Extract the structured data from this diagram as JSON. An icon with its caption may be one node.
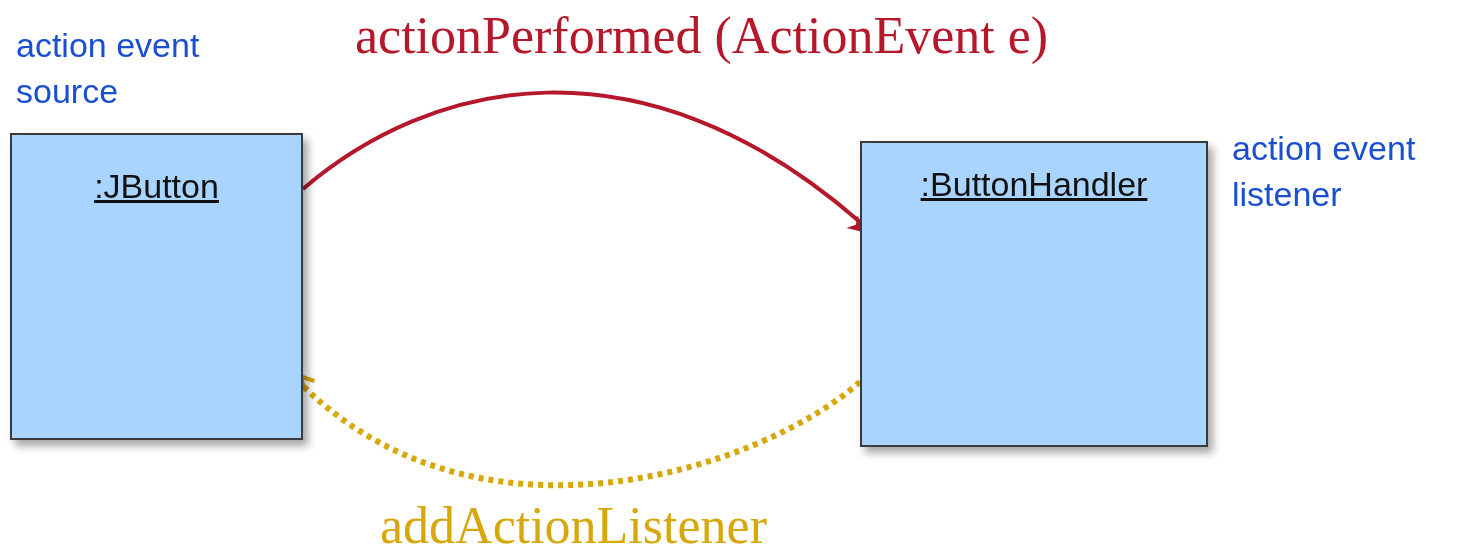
{
  "diagram": {
    "nodes": [
      {
        "text": [
          ":JButton"
        ],
        "beside": [
          "action event source"
        ]
      },
      {
        "text": [
          ":ButtonHandler"
        ],
        "beside": [
          "action event listener"
        ]
      }
    ],
    "edges": [
      {
        "from": 0,
        "to": 1,
        "arrow": "to",
        "label": "actionPerformed (ActionEvent e)",
        "color": "#b5182b"
      },
      {
        "from": 1,
        "to": 0,
        "arrow": "to",
        "label": "addActionListener",
        "style": "dashed",
        "color": "#d6a80c"
      }
    ]
  }
}
